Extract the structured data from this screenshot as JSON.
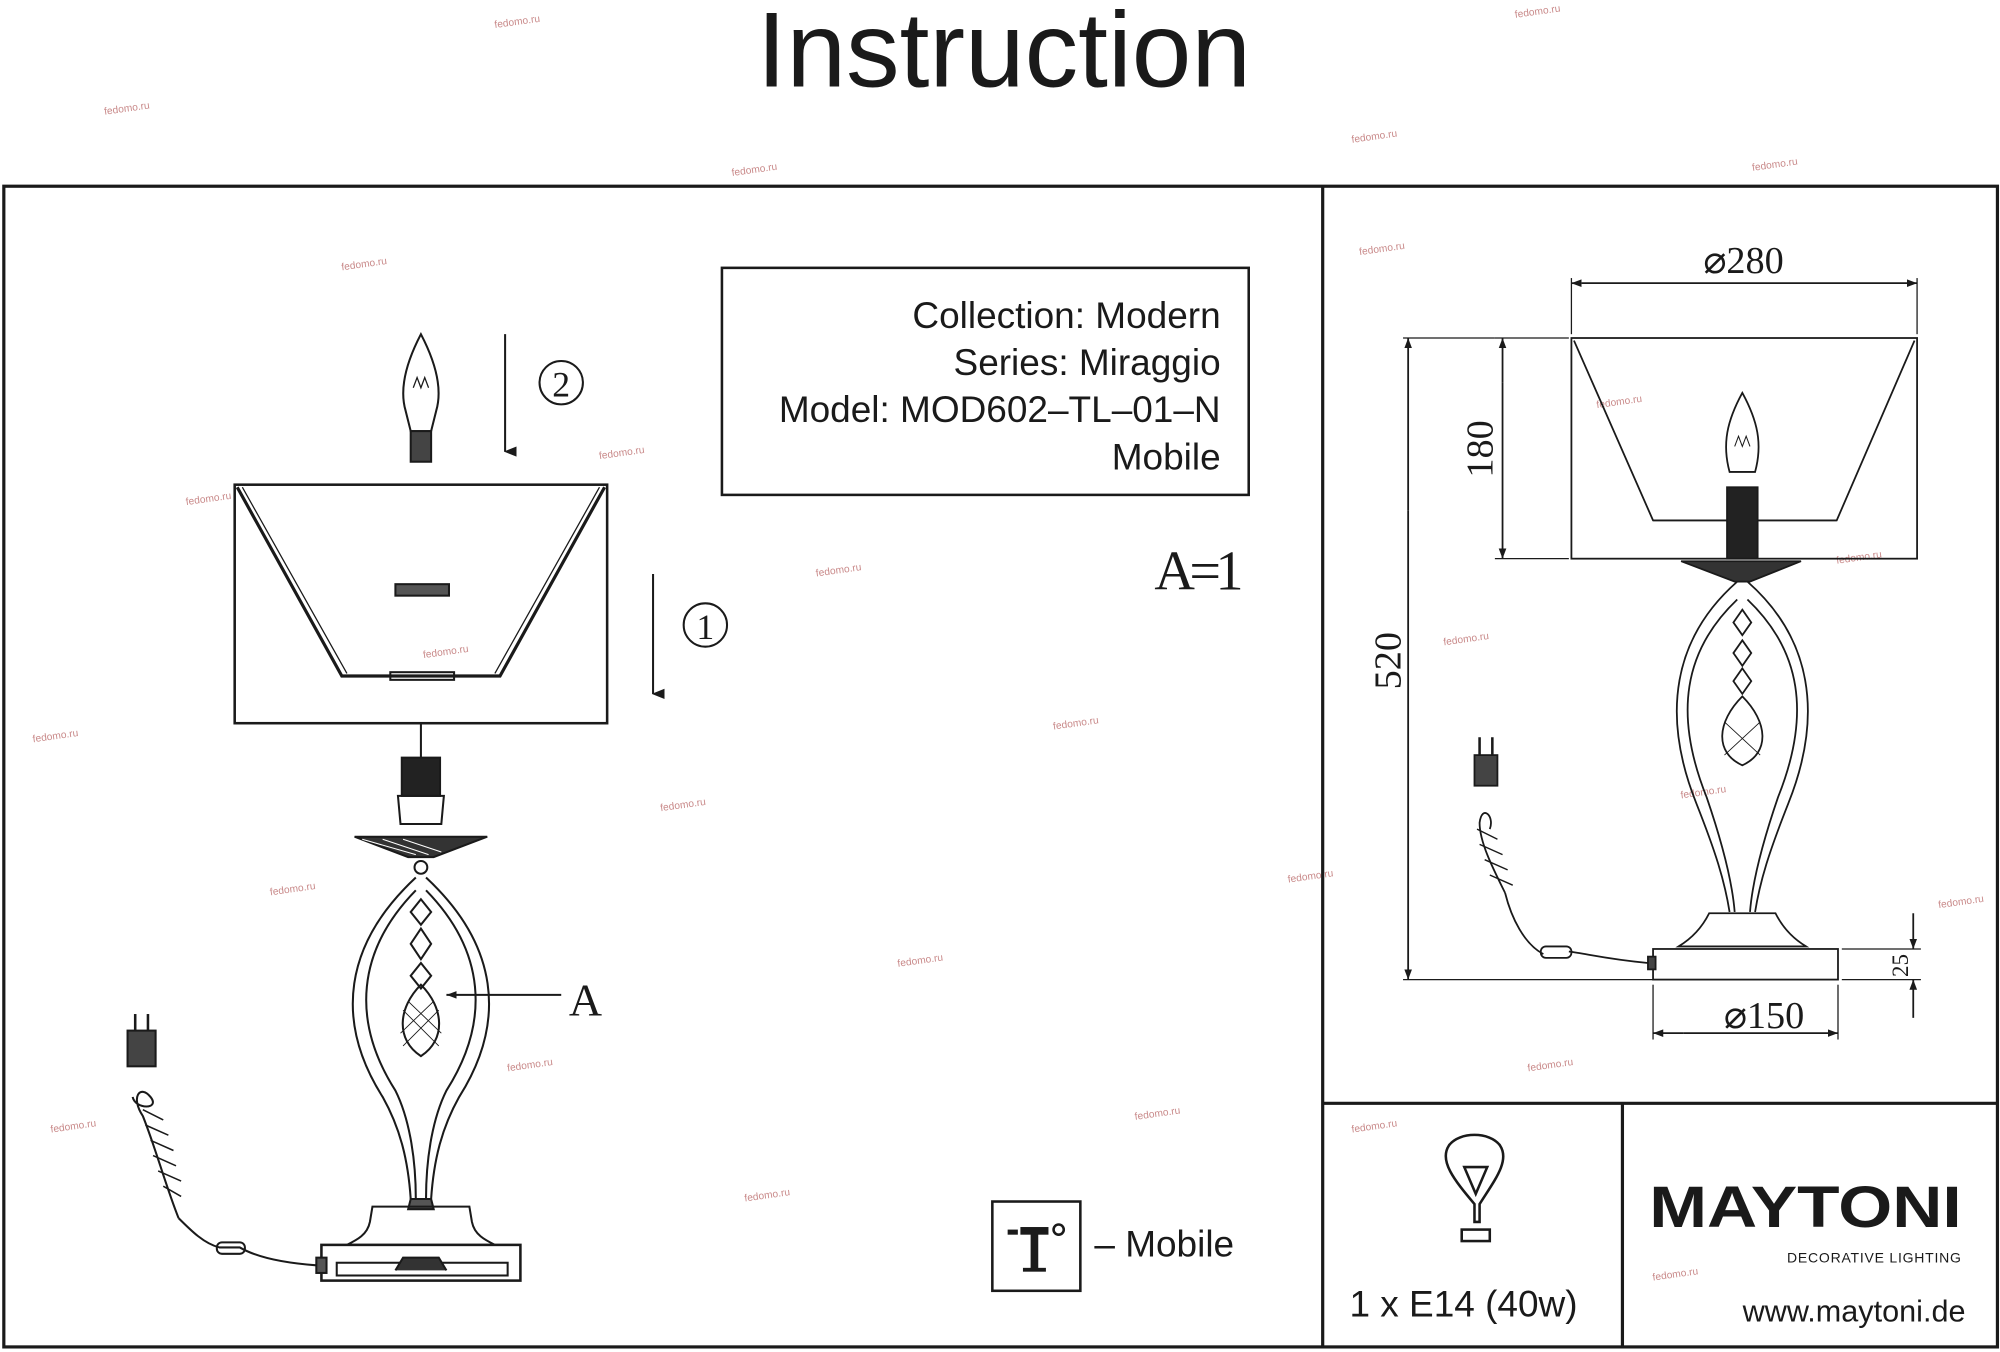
{
  "title": "Instruction",
  "watermark": "fedomo.ru",
  "info_box": {
    "collection": "Collection: Modern",
    "series": "Series: Miraggio",
    "model": "Model: MOD602–TL–01–N",
    "type": "Mobile"
  },
  "assembly": {
    "step1": "1",
    "step2": "2",
    "part_label": "A",
    "part_count": "A=1"
  },
  "legend": {
    "mobile_label": "– Mobile"
  },
  "dimensions": {
    "shade_diameter": "⌀280",
    "shade_height": "180",
    "total_height": "520",
    "base_diameter": "⌀150",
    "base_height": "25"
  },
  "bulb_spec": "1 x E14 (40w)",
  "brand": {
    "name": "MAYTONI",
    "tagline": "DECORATIVE LIGHTING",
    "website": "www.maytoni.de"
  }
}
